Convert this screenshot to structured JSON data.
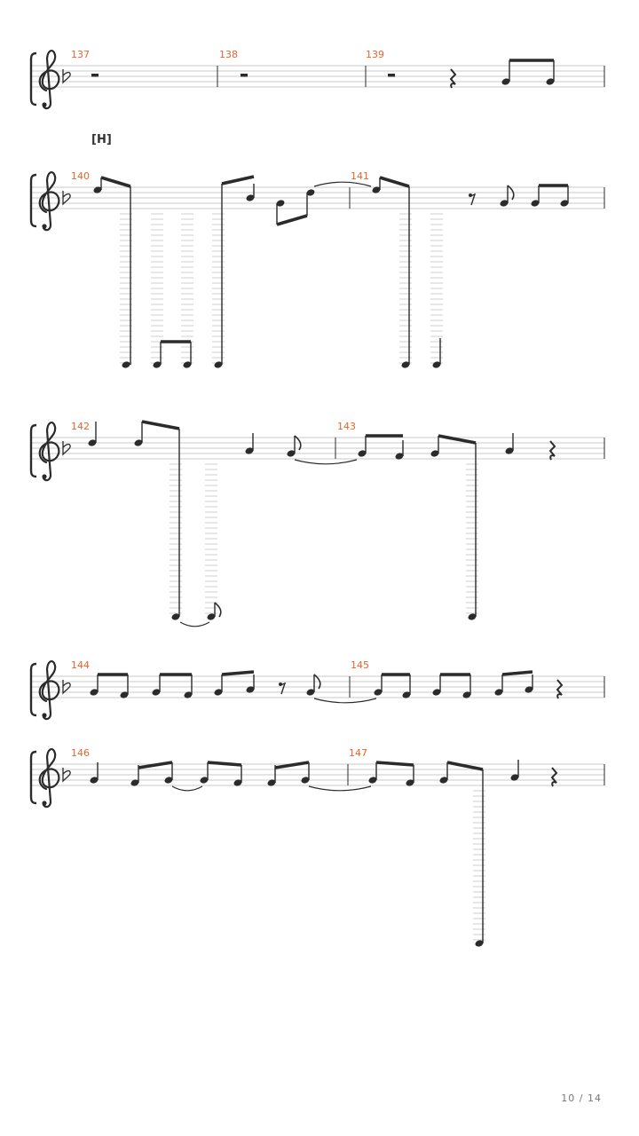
{
  "document": {
    "type": "sheet-music",
    "clef": "treble",
    "key_signature": "one flat",
    "rehearsal_mark": "[H]",
    "page_indicator": "10 / 14"
  },
  "systems": [
    {
      "measures": [
        "137",
        "138",
        "139"
      ]
    },
    {
      "measures": [
        "140",
        "141"
      ]
    },
    {
      "measures": [
        "142",
        "143"
      ]
    },
    {
      "measures": [
        "144",
        "145"
      ]
    },
    {
      "measures": [
        "146",
        "147"
      ]
    }
  ],
  "colors": {
    "measure_number": "#e8632b",
    "staff_line": "#c8c8c8",
    "notation": "#2b2b2b",
    "ledger_line": "#cfcfcf"
  }
}
